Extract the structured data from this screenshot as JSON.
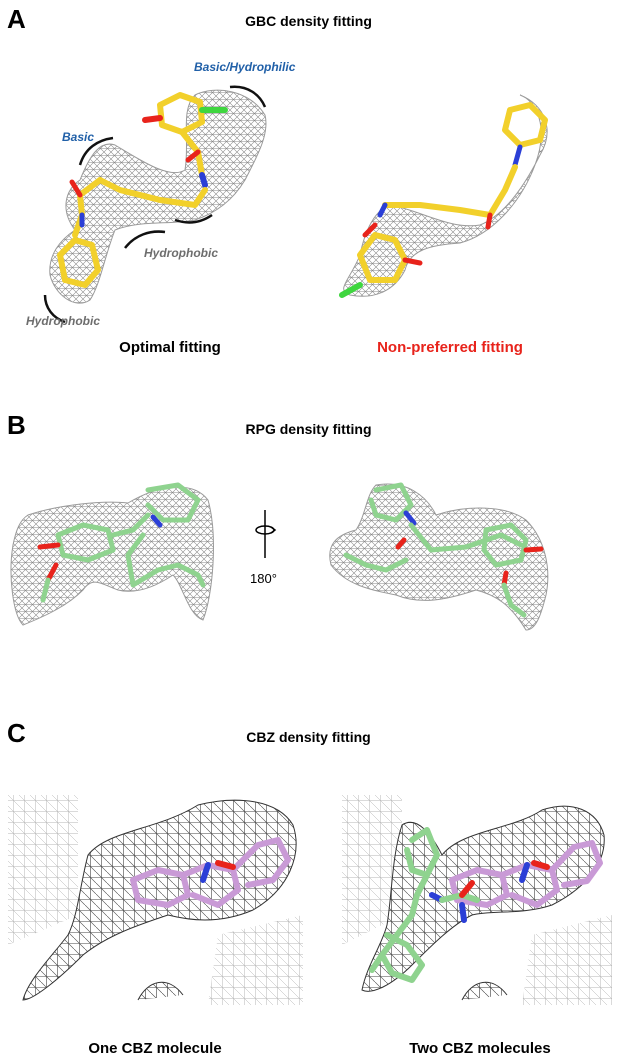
{
  "panels": [
    {
      "letter": "A",
      "title": "GBC density fitting",
      "left_caption": "Optimal fitting",
      "right_caption": "Non-preferred fitting",
      "tags": {
        "basic_hydrophilic": "Basic/Hydrophilic",
        "basic": "Basic",
        "hydrophobic_1": "Hydrophobic",
        "hydrophobic_2": "Hydrophobic"
      }
    },
    {
      "letter": "B",
      "title": "RPG density fitting",
      "rotation_label": "180°"
    },
    {
      "letter": "C",
      "title": "CBZ density fitting",
      "left_caption": "One CBZ molecule",
      "right_caption": "Two CBZ molecules"
    }
  ],
  "colors": {
    "gbc_carbon": "#f2d02b",
    "rpg_carbon": "#8fd38f",
    "cbz_carbon_1": "#c99ad6",
    "cbz_carbon_2": "#8fd38f",
    "oxygen": "#e8231b",
    "nitrogen": "#2b3fd6",
    "chlorine": "#3fd63f",
    "mesh": "#808080",
    "caption_alert": "#e8231b",
    "tag_blue": "#2160a8",
    "tag_gray": "#6e6e6e"
  }
}
